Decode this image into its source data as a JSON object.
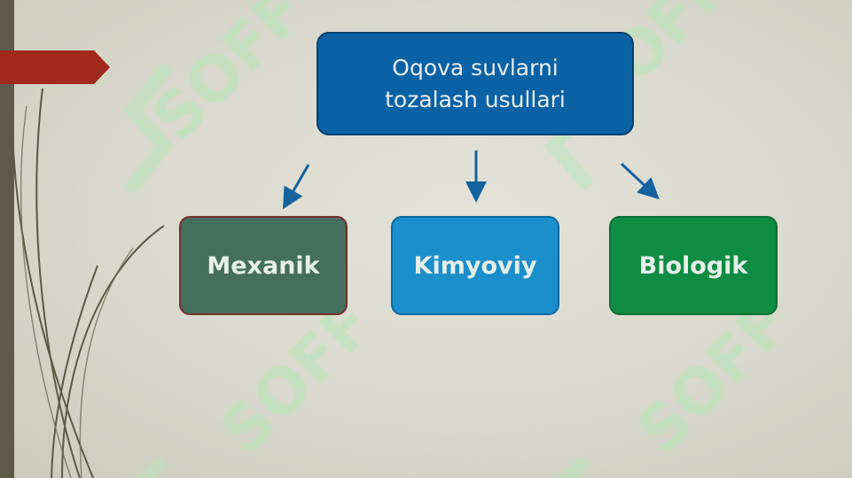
{
  "diagram": {
    "root": {
      "lines": [
        "Oqova suvlarni",
        "tozalash usullari"
      ]
    },
    "children": [
      {
        "label": "Mexanik",
        "color": "#446e5d"
      },
      {
        "label": "Kimyoviy",
        "color": "#1b8fcb"
      },
      {
        "label": "Biologik",
        "color": "#0f8c43"
      }
    ]
  },
  "colors": {
    "root": "#0a62a4",
    "arrow": "#14629e",
    "accent_tab": "#a0291b",
    "watermark": "#b7e7b7"
  },
  "watermark": {
    "text": "SOFF"
  }
}
